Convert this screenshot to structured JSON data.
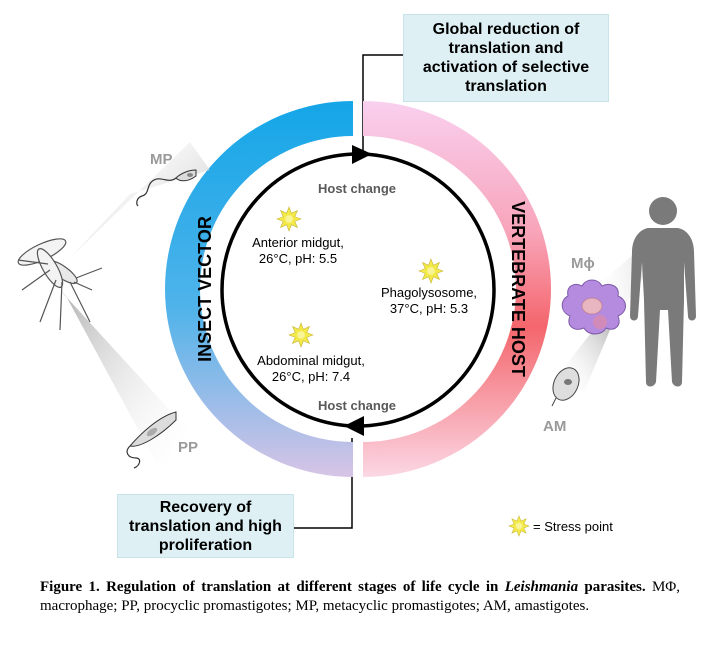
{
  "boxes": {
    "top_right": "Global reduction of translation and activation of selective translation",
    "bottom_left": "Recovery of translation and high proliferation"
  },
  "arcs": {
    "left": "INSECT VECTOR",
    "right": "VERTEBRATE HOST"
  },
  "inner": {
    "host_change_top": "Host change",
    "host_change_bottom": "Host change",
    "anterior_line1": "Anterior midgut,",
    "anterior_line2": "26°C, pH: 5.5",
    "phago_line1": "Phagolysosome,",
    "phago_line2": "37°C, pH: 5.3",
    "abdominal_line1": "Abdominal midgut,",
    "abdominal_line2": "26°C, pH: 7.4"
  },
  "labels": {
    "mp": "MP",
    "pp": "PP",
    "mphi": "Mɸ",
    "am": "AM"
  },
  "legend": {
    "stress_point": "= Stress point"
  },
  "caption": {
    "title": "Figure 1. Regulation of translation at different stages of life cycle in",
    "genus": "Leishmania",
    "title_end": "parasites.",
    "body": "MΦ, macrophage; PP, procyclic promastigotes; MP, metacyclic promastigotes; AM, amastigotes."
  },
  "colors": {
    "insect_arc_top": "#1aa7e6",
    "insect_arc_bottom": "#c9b7e0",
    "host_arc_top": "#f7c4e6",
    "host_arc_bottom": "#f25a5f",
    "box_fill": "#def0f4",
    "star": "#f3ea4a",
    "macrophage": "#b58be0"
  }
}
